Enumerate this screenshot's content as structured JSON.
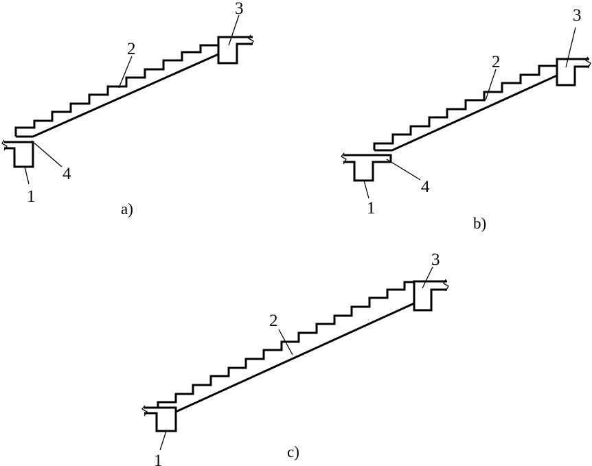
{
  "figure": {
    "panels": [
      {
        "id": "a",
        "caption": "a)",
        "labels": [
          "1",
          "2",
          "3",
          "4"
        ]
      },
      {
        "id": "b",
        "caption": "b)",
        "labels": [
          "1",
          "2",
          "3",
          "4"
        ]
      },
      {
        "id": "c",
        "caption": "c)",
        "labels": [
          "1",
          "2",
          "3"
        ]
      }
    ]
  }
}
